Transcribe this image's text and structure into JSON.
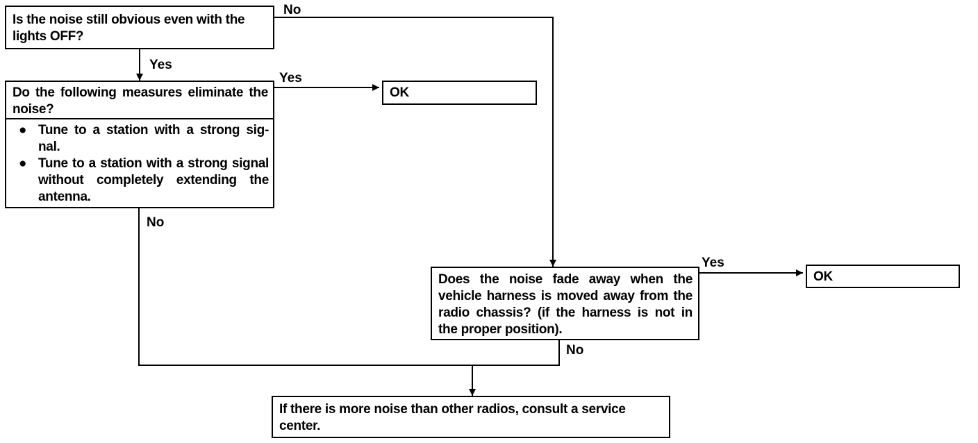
{
  "nodes": {
    "q1": "Is the noise still obvious even with the lights OFF?",
    "q2": "Do the following measures eliminate the noise?",
    "q2_items": [
      "Tune to a station with a strong sig-nal.",
      "Tune to a station with a strong signal without completely extending the antenna."
    ],
    "ok1": "OK",
    "q3": "Does the noise fade away when the vehicle harness is moved away from the radio chassis? (if the harness is not in the proper position).",
    "ok2": "OK",
    "result": "If there is more noise than other radios, consult a service center."
  },
  "edges": {
    "q1_no": "No",
    "q1_yes": "Yes",
    "q2_yes": "Yes",
    "q2_no": "No",
    "q3_yes": "Yes",
    "q3_no": "No"
  },
  "bullet_symbol": "●"
}
